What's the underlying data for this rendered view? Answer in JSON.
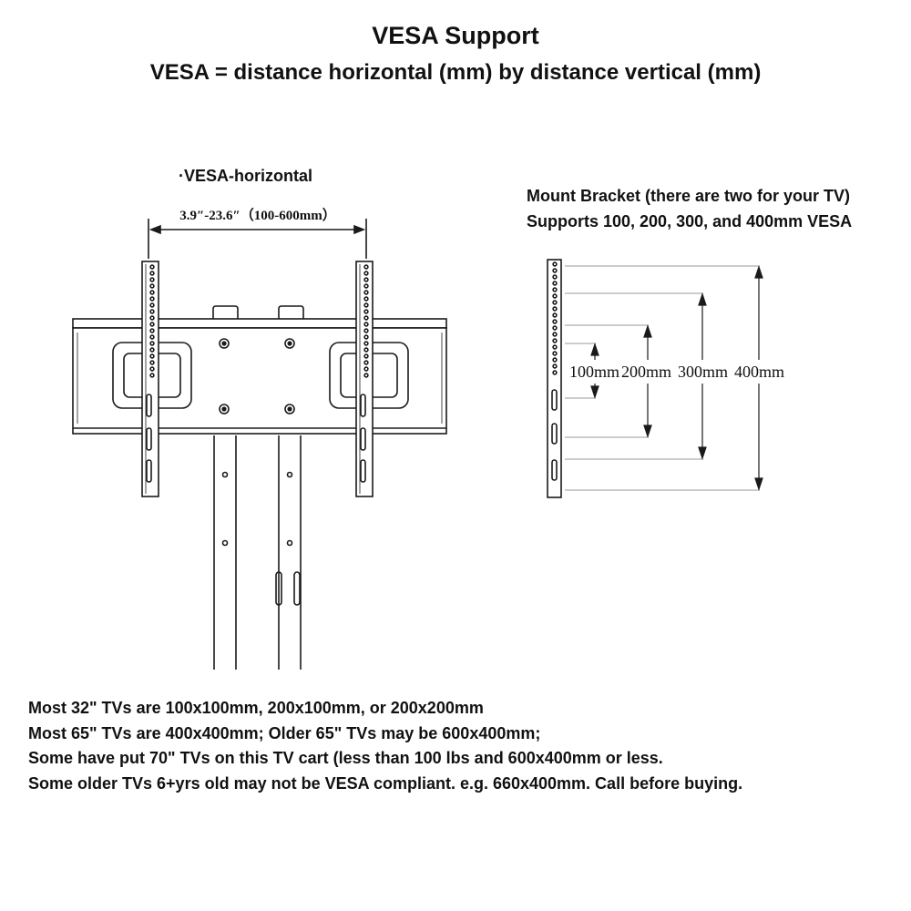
{
  "header": {
    "title": "VESA Support",
    "subtitle": "VESA = distance horizontal (mm) by distance vertical (mm)"
  },
  "mount_diagram": {
    "horizontal_label": "·VESA-horizontal",
    "range_label": "3.9″-23.6″（100-600mm）"
  },
  "bracket_diagram": {
    "heading_line1": "Mount Bracket (there are two for your TV)",
    "heading_line2": "Supports 100, 200, 300, and 400mm VESA",
    "dimensions": [
      "100mm",
      "200mm",
      "300mm",
      "400mm"
    ]
  },
  "notes": [
    "Most 32\" TVs are 100x100mm, 200x100mm, or 200x200mm",
    "Most 65\" TVs are 400x400mm; Older 65\" TVs may be 600x400mm;",
    "Some have put 70\" TVs on this TV cart (less than 100 lbs and 600x400mm or less.",
    "Some older TVs 6+yrs old may not be VESA compliant. e.g. 660x400mm. Call before buying."
  ],
  "colors": {
    "line": "#1a1a1a",
    "light_line": "#9a9a9a",
    "background": "#ffffff"
  }
}
